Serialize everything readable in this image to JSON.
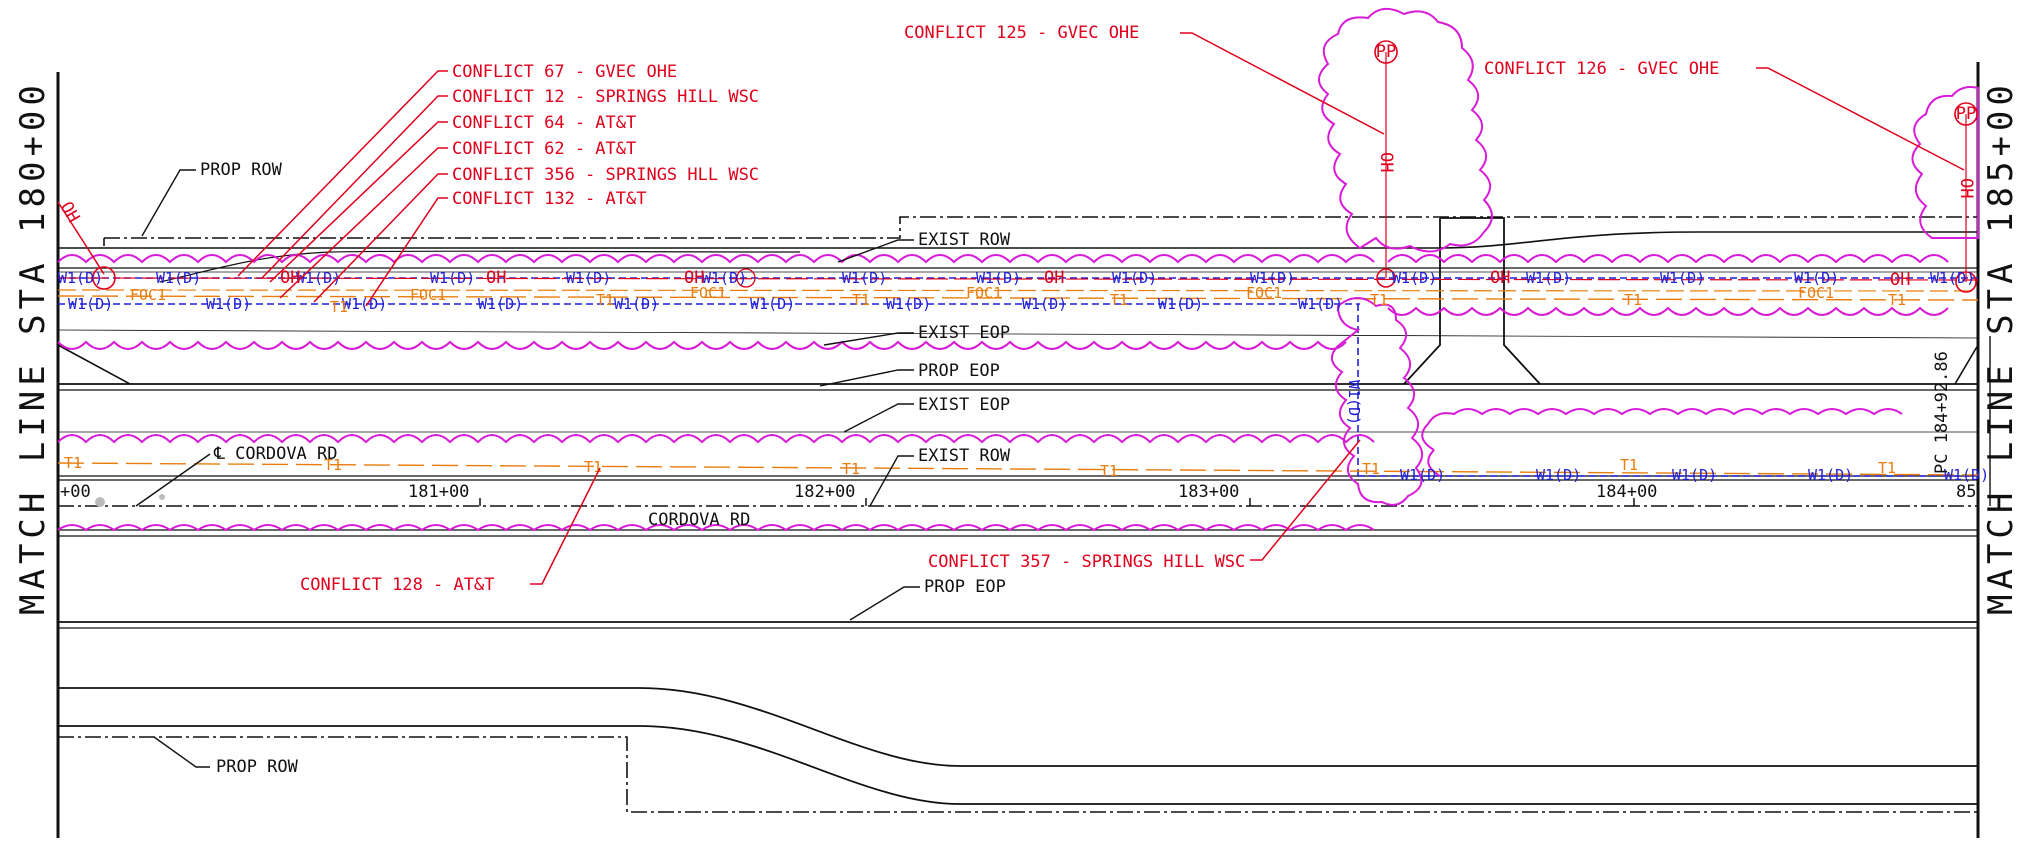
{
  "match_lines": {
    "left": "MATCH LINE STA 180+00",
    "right": "MATCH LINE STA 185+00"
  },
  "conflicts": {
    "c67": "CONFLICT 67 - GVEC OHE",
    "c12": "CONFLICT 12 - SPRINGS HILL WSC",
    "c64": "CONFLICT 64 - AT&T",
    "c62": "CONFLICT 62 - AT&T",
    "c356": "CONFLICT 356 - SPRINGS HLL WSC",
    "c132": "CONFLICT 132 - AT&T",
    "c125": "CONFLICT 125 - GVEC OHE",
    "c126": "CONFLICT 126 - GVEC OHE",
    "c128": "CONFLICT 128 - AT&T",
    "c357": "CONFLICT 357 - SPRINGS HILL WSC"
  },
  "callouts": {
    "prop_row_top": "PROP ROW",
    "exist_row_top": "EXIST ROW",
    "exist_eop_1": "EXIST EOP",
    "prop_eop_1": "PROP EOP",
    "exist_eop_2": "EXIST EOP",
    "exist_row_2": "EXIST ROW",
    "centerline": "℄ CORDOVA RD",
    "prop_eop_2": "PROP EOP",
    "prop_row_bottom": "PROP ROW",
    "road_name": "CORDOVA RD"
  },
  "stations": [
    "+00",
    "181+00",
    "182+00",
    "183+00",
    "184+00",
    "85"
  ],
  "pc_label": "PC 184+92.86",
  "utility_labels": {
    "water": "W1(D)",
    "overhead": "OH",
    "fiber": "FOC1",
    "telephone": "T1",
    "pole": "PP"
  },
  "colors": {
    "conflict": "#e0001b",
    "water": "#1f1fd6",
    "telecom": "#e87d0d",
    "revision_cloud": "#d81bd6",
    "linework": "#111111"
  }
}
